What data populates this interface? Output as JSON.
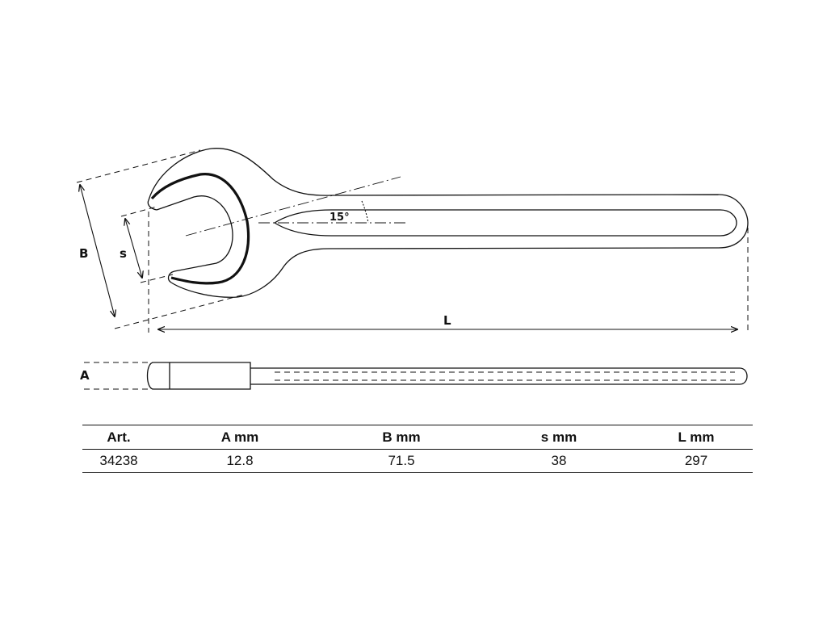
{
  "dimensions": {
    "B": "B",
    "s": "s",
    "L": "L",
    "A": "A",
    "angle": "15°"
  },
  "table": {
    "headers": [
      "Art.",
      "A  mm",
      "B  mm",
      "s  mm",
      "L  mm"
    ],
    "rows": [
      [
        "34238",
        "12.8",
        "71.5",
        "38",
        "297"
      ]
    ]
  }
}
